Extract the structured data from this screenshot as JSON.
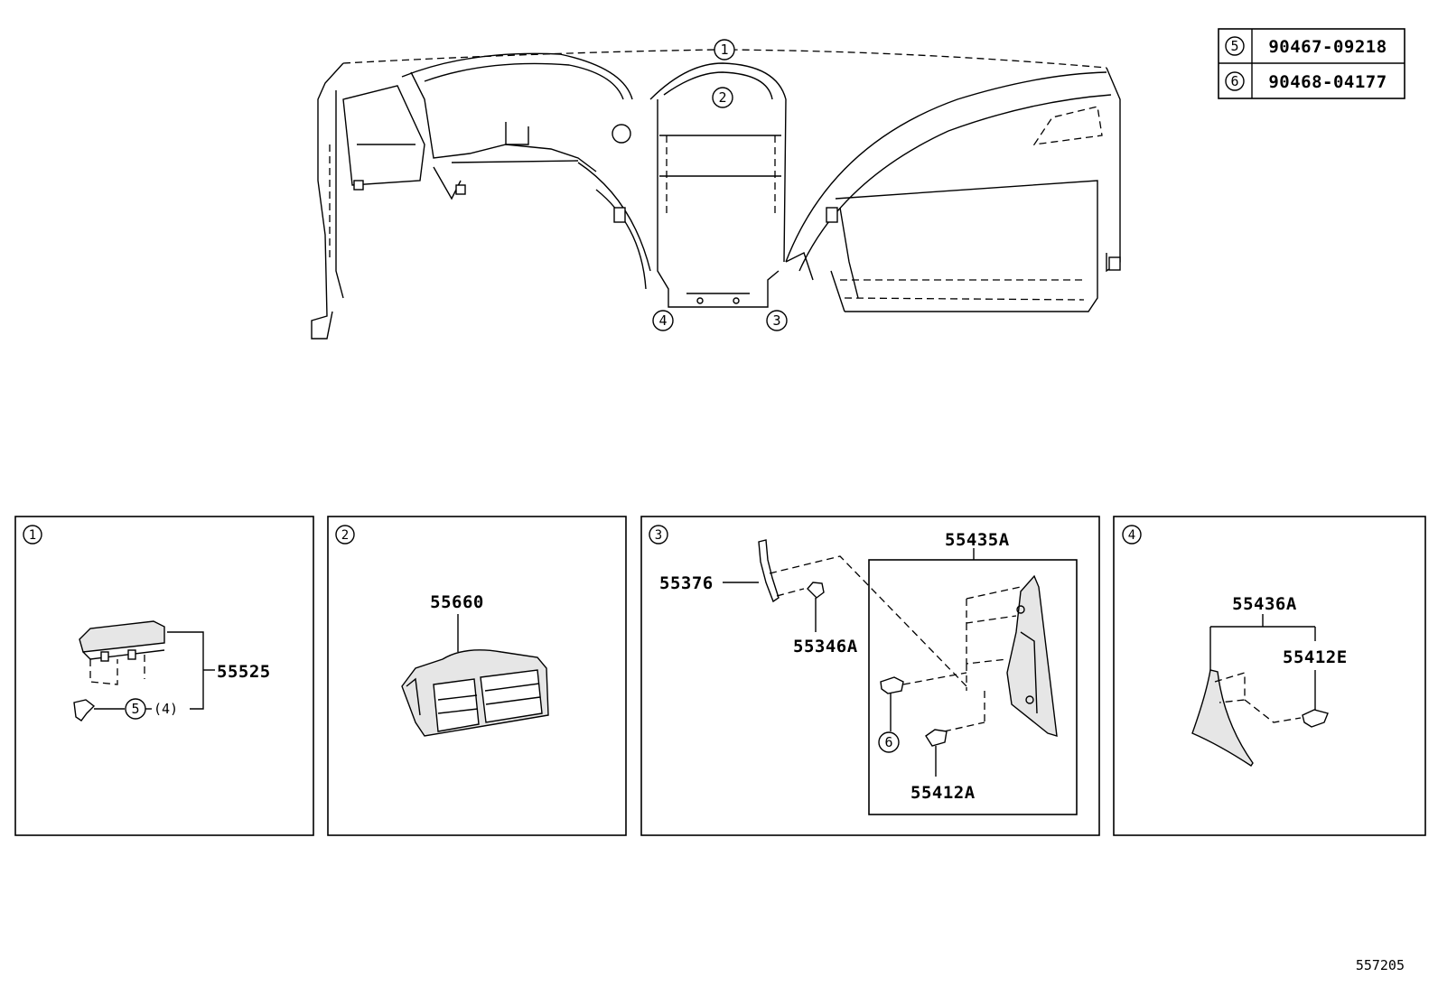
{
  "legend": {
    "rows": [
      {
        "num": "5",
        "part": "90467-09218"
      },
      {
        "num": "6",
        "part": "90468-04177"
      }
    ]
  },
  "overview": {
    "callouts": [
      "1",
      "2",
      "3",
      "4"
    ]
  },
  "panels": [
    {
      "num": "1",
      "parts": {
        "main": "55525",
        "sub_ref": "5",
        "qty": "(4)"
      }
    },
    {
      "num": "2",
      "parts": {
        "main": "55660"
      }
    },
    {
      "num": "3",
      "parts": {
        "bracket": "55376",
        "nut": "55346A",
        "cover": "55435A",
        "clip_ref": "6",
        "clip": "55412A"
      }
    },
    {
      "num": "4",
      "parts": {
        "cover": "55436A",
        "clip": "55412E"
      }
    }
  ],
  "diagram_id": "557205"
}
